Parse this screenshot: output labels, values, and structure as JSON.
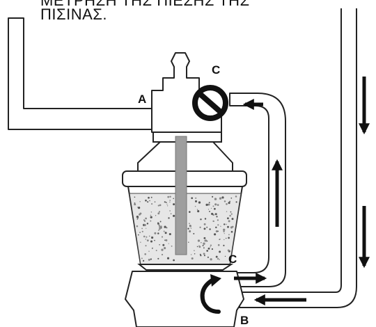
{
  "caption": {
    "line1": "ΜΕΤΡΗΣΗ ΤΗΣ ΠΙΕΣΗΣ ΤΗΣ",
    "line2": "ΠΙΣΙΝΑΣ."
  },
  "labels": {
    "a": "A",
    "b": "B",
    "c_top": "C",
    "c_bottom": "C"
  },
  "icons": {
    "no_entry": "no-entry-icon",
    "rotation": "rotation-arrow-icon",
    "flow_arrows": "flow-arrow-icon"
  },
  "colors": {
    "outline": "#222222",
    "pipe_fill": "#ffffff",
    "standpipe": "#9e9e9e",
    "sand": "#e6e6e6"
  }
}
